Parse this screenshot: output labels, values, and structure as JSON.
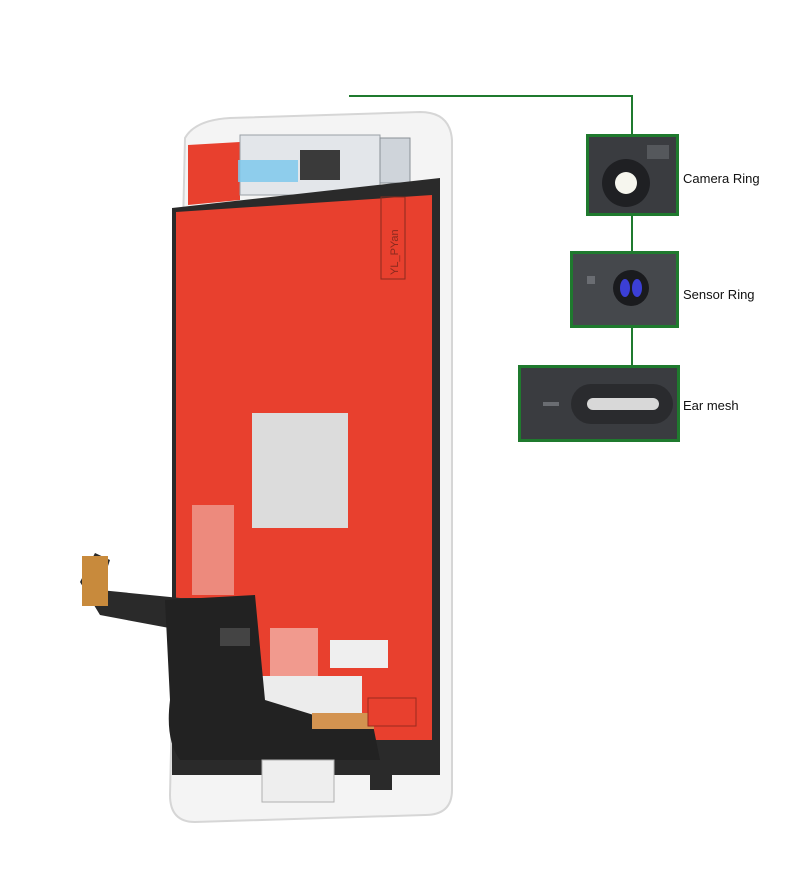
{
  "callouts": [
    {
      "label": "Camera Ring",
      "icon": "camera-ring-icon"
    },
    {
      "label": "Sensor Ring",
      "icon": "sensor-ring-icon"
    },
    {
      "label": "Ear mesh",
      "icon": "ear-mesh-icon"
    }
  ],
  "stamp_text": "YL_PYan",
  "colors": {
    "accent_green": "#1f7a2e",
    "panel_red": "#e8402e",
    "frame_white": "#f4f4f4",
    "flex_black": "#222222",
    "flex_amber": "#c88a3c"
  }
}
